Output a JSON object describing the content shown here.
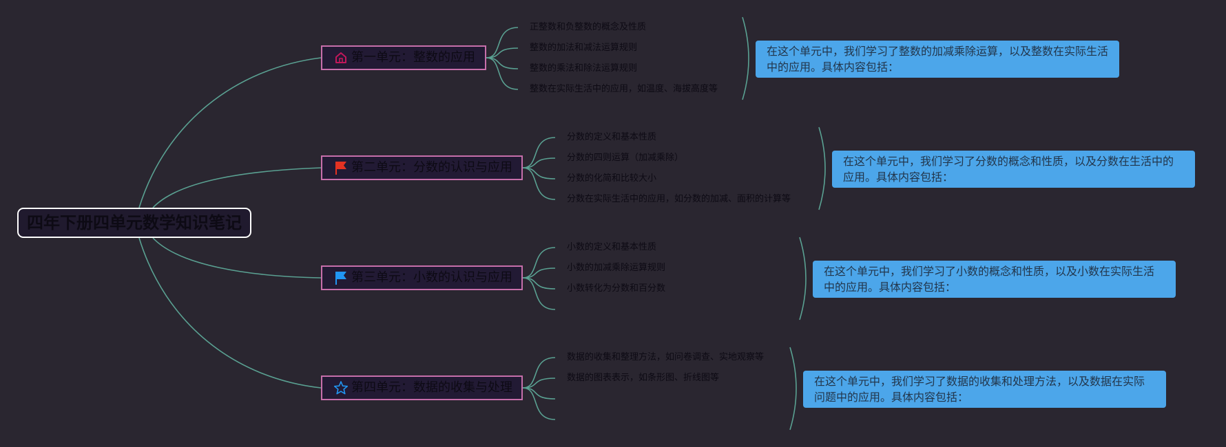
{
  "colors": {
    "background": "#2a2630",
    "connector": "#5aa192",
    "branch_border": "#c76fab",
    "note_fill": "#4ca6ea",
    "icon_home": "#c2185b",
    "icon_flag_red": "#e53222",
    "icon_flag_blue": "#2196f3",
    "icon_star": "#2196f3"
  },
  "root": {
    "title": "四年下册四单元数学知识笔记"
  },
  "branches": [
    {
      "label": "第一单元：整数的应用",
      "icon": "home-icon",
      "leaves": [
        "正整数和负整数的概念及性质",
        "整数的加法和减法运算规则",
        "整数的乘法和除法运算规则",
        "整数在实际生活中的应用，如温度、海拔高度等"
      ],
      "summary": "在这个单元中，我们学习了整数的加减乘除运算，以及整数在实际生活中的应用。具体内容包括："
    },
    {
      "label": "第二单元：分数的认识与应用",
      "icon": "red-flag-icon",
      "leaves": [
        "分数的定义和基本性质",
        "分数的四则运算（加减乘除）",
        "分数的化简和比较大小",
        "分数在实际生活中的应用，如分数的加减、面积的计算等"
      ],
      "summary": "在这个单元中，我们学习了分数的概念和性质，以及分数在生活中的应用。具体内容包括："
    },
    {
      "label": "第三单元：小数的认识与应用",
      "icon": "blue-flag-icon",
      "leaves": [
        "小数的定义和基本性质",
        "小数的加减乘除运算规则",
        "小数转化为分数和百分数",
        ""
      ],
      "summary": "在这个单元中，我们学习了小数的概念和性质，以及小数在实际生活中的应用。具体内容包括："
    },
    {
      "label": "第四单元：数据的收集与处理",
      "icon": "star-icon",
      "leaves": [
        "数据的收集和整理方法，如问卷调查、实地观察等",
        "数据的图表表示，如条形图、折线图等",
        "",
        ""
      ],
      "summary": "在这个单元中，我们学习了数据的收集和处理方法，以及数据在实际问题中的应用。具体内容包括："
    }
  ]
}
